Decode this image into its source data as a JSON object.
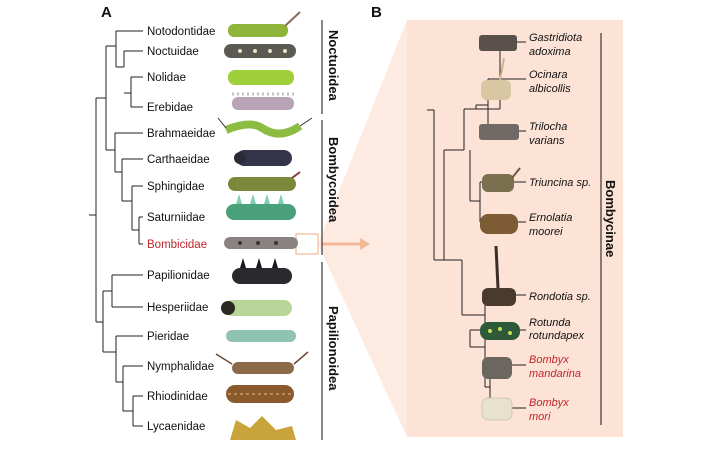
{
  "panels": {
    "a": "A",
    "b": "B"
  },
  "families": [
    {
      "name": "Notodontidae",
      "color": "#8fb53a",
      "highlight": false
    },
    {
      "name": "Noctuidae",
      "color": "#5a5a52",
      "highlight": false
    },
    {
      "name": "Nolidae",
      "color": "#9fcf3a",
      "highlight": false
    },
    {
      "name": "Erebidae",
      "color": "#b9a3b6",
      "highlight": false
    },
    {
      "name": "Brahmaeidae",
      "color": "#8cbc42",
      "highlight": false
    },
    {
      "name": "Carthaeidae",
      "color": "#34354a",
      "highlight": false
    },
    {
      "name": "Sphingidae",
      "color": "#7a8a3a",
      "highlight": false
    },
    {
      "name": "Saturniidae",
      "color": "#4aa07a",
      "highlight": false
    },
    {
      "name": "Bombicidae",
      "color": "#8a8280",
      "highlight": true
    },
    {
      "name": "Papilionidae",
      "color": "#2a2a2e",
      "highlight": false
    },
    {
      "name": "Hesperiidae",
      "color": "#b8d69a",
      "highlight": false
    },
    {
      "name": "Pieridae",
      "color": "#8fc2b0",
      "highlight": false
    },
    {
      "name": "Nymphalidae",
      "color": "#8b6a4a",
      "highlight": false
    },
    {
      "name": "Rhiodinidae",
      "color": "#8a5a2c",
      "highlight": false
    },
    {
      "name": "Lycaenidae",
      "color": "#c9a43a",
      "highlight": false
    }
  ],
  "superfamilies": [
    "Noctuoidea",
    "Bombycoidea",
    "Papilionoidea"
  ],
  "species": [
    {
      "line1": "Gastridiota",
      "line2": "adoxima",
      "color": "#5a514c",
      "highlight": false
    },
    {
      "line1": "Ocinara",
      "line2": "albicollis",
      "color": "#d8c7a2",
      "highlight": false
    },
    {
      "line1": "Trilocha",
      "line2": "varians",
      "color": "#6f6a66",
      "highlight": false
    },
    {
      "line1": "Triuncina sp.",
      "line2": "",
      "color": "#7a6f4e",
      "highlight": false
    },
    {
      "line1": "Ernolatia",
      "line2": "moorei",
      "color": "#7d5b34",
      "highlight": false
    },
    {
      "line1": "Rondotia sp.",
      "line2": "",
      "color": "#4a3a2e",
      "highlight": false
    },
    {
      "line1": "Rotunda",
      "line2": "rotundapex",
      "color": "#2e5a3a",
      "highlight": false
    },
    {
      "line1": "Bombyx",
      "line2": "mandarina",
      "color": "#6b6660",
      "highlight": true
    },
    {
      "line1": "Bombyx",
      "line2": "mori",
      "color": "#e8e2cc",
      "highlight": true
    }
  ],
  "subfamily": "Bombycinae",
  "colors": {
    "panel_bg": "#fce3d6",
    "panel_border": "#f2b899",
    "highlight_text": "#c0262d"
  }
}
